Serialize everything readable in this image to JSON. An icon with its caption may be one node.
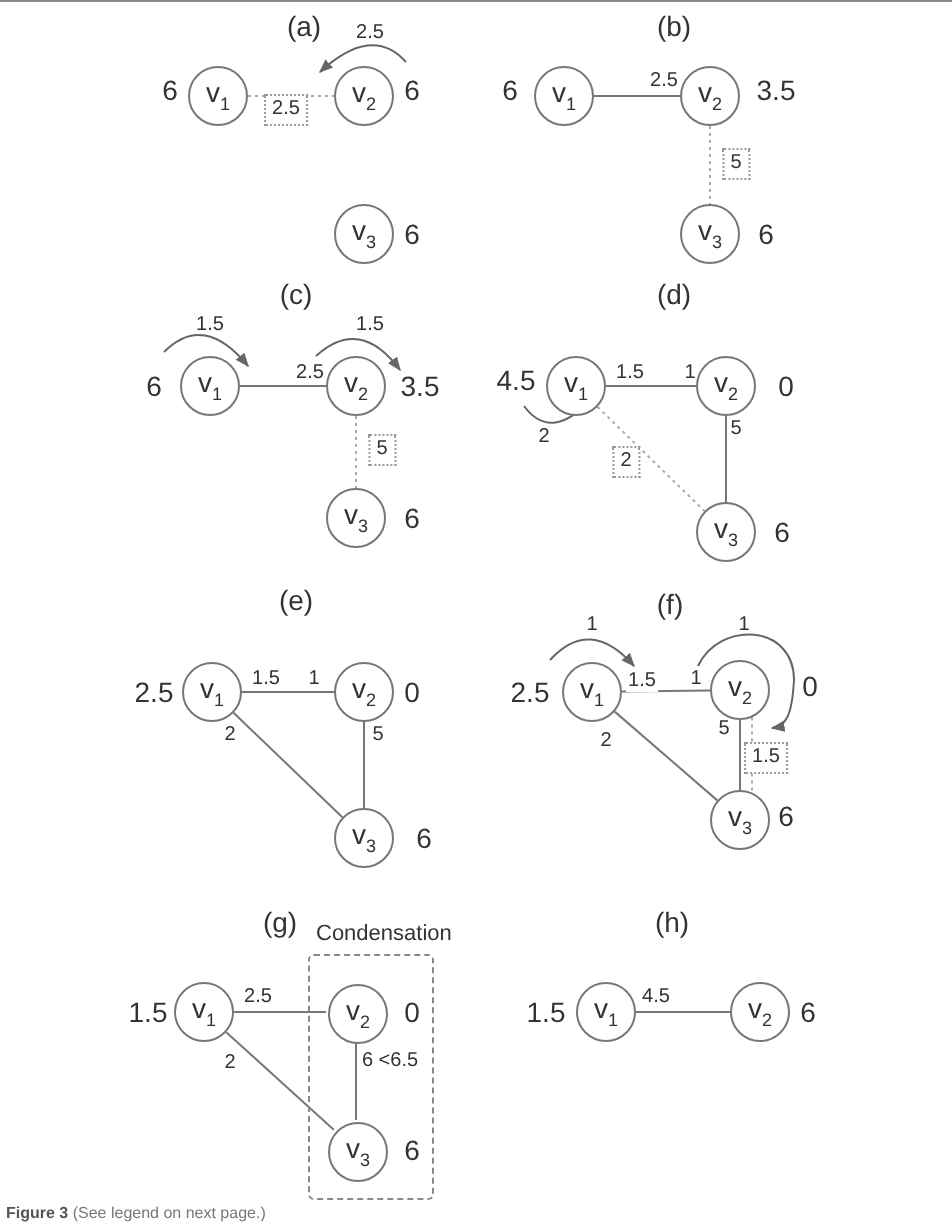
{
  "diagram": {
    "caption": "**Figure 3** (See legend on next page.)",
    "nodes": [
      {
        "text": [
          "v$_{1}$"
        ],
        "beside": [
          "6"
        ]
      },
      {
        "text": [
          "v$_{2}$"
        ],
        "beside": [
          "6"
        ]
      },
      {
        "text": [
          "v$_{3}$"
        ],
        "beside": [
          "6"
        ]
      },
      {
        "text": [
          "v$_{1}$"
        ],
        "beside": [
          "6"
        ]
      },
      {
        "text": [
          "v$_{2}$"
        ],
        "beside": [
          "3.5"
        ]
      },
      {
        "text": [
          "v$_{3}$"
        ],
        "beside": [
          "6"
        ]
      },
      {
        "text": [
          "v$_{1}$"
        ],
        "beside": [
          "6"
        ]
      },
      {
        "text": [
          "v$_{2}$"
        ],
        "beside": [
          "3.5"
        ]
      },
      {
        "text": [
          "v$_{3}$"
        ],
        "beside": [
          "6"
        ]
      },
      {
        "text": [
          "v$_{1}$"
        ],
        "beside": [
          "4.5"
        ]
      },
      {
        "text": [
          "v$_{2}$"
        ],
        "beside": [
          "0"
        ]
      },
      {
        "text": [
          "v$_{3}$"
        ],
        "beside": [
          "6"
        ]
      },
      {
        "text": [
          "v$_{1}$"
        ],
        "beside": [
          "2.5"
        ]
      },
      {
        "text": [
          "v$_{2}$"
        ],
        "beside": [
          "0"
        ]
      },
      {
        "text": [
          "v$_{3}$"
        ],
        "beside": [
          "6"
        ]
      },
      {
        "text": [
          "v$_{1}$"
        ],
        "beside": [
          "2.5"
        ]
      },
      {
        "text": [
          "v$_{2}$"
        ],
        "beside": [
          "0"
        ]
      },
      {
        "text": [
          "v$_{3}$"
        ],
        "beside": [
          "6"
        ]
      },
      {
        "text": [
          "v$_{1}$"
        ],
        "beside": [
          "1.5"
        ]
      },
      {
        "text": [
          "Condensation"
        ]
      },
      {
        "text": [
          "v$_{2}$"
        ],
        "beside": [
          "0"
        ],
        "in": 19
      },
      {
        "text": [
          "v$_{3}$"
        ],
        "beside": [
          "6"
        ],
        "in": 19
      },
      {
        "text": [
          "v$_{1}$"
        ],
        "beside": [
          "1.5"
        ]
      },
      {
        "text": [
          "v$_{2}$"
        ],
        "beside": [
          "6"
        ]
      }
    ],
    "edges": [
      {
        "from": 0,
        "to": 1,
        "arrow": "none",
        "style": "dashed",
        "label": "2.5"
      },
      {
        "from": 3,
        "to": 4,
        "arrow": "none",
        "label": "2.5"
      },
      {
        "from": 4,
        "to": 5,
        "arrow": "none",
        "style": "dashed",
        "label": "5"
      },
      {
        "from": 6,
        "to": 7,
        "arrow": "none",
        "label": "2.5"
      },
      {
        "from": 7,
        "to": 8,
        "arrow": "none",
        "style": "dashed",
        "label": "5"
      },
      {
        "from": 9,
        "to": 10,
        "arrow": "none",
        "label": "1.5"
      },
      {
        "from": 10,
        "to": 11,
        "arrow": "none",
        "label": "5"
      },
      {
        "from": 9,
        "to": 11,
        "arrow": "none",
        "style": "dashed",
        "label": "2"
      },
      {
        "from": 12,
        "to": 13,
        "arrow": "none",
        "label": "1.5"
      },
      {
        "from": 13,
        "to": 14,
        "arrow": "none",
        "label": "5"
      },
      {
        "from": 12,
        "to": 14,
        "arrow": "none",
        "label": "2"
      },
      {
        "from": 15,
        "to": 16,
        "arrow": "none",
        "label": "1.5"
      },
      {
        "from": 16,
        "to": 17,
        "arrow": "none",
        "label": "5"
      },
      {
        "from": 15,
        "to": 17,
        "arrow": "none",
        "label": "2"
      },
      {
        "from": 16,
        "to": 17,
        "arrow": "none",
        "style": "dashed",
        "label": "1.5"
      },
      {
        "from": 18,
        "to": 20,
        "arrow": "none",
        "label": "2.5"
      },
      {
        "from": 20,
        "to": 21,
        "arrow": "none",
        "label": "6 <6.5"
      },
      {
        "from": 18,
        "to": 21,
        "arrow": "none",
        "label": "2"
      },
      {
        "from": 22,
        "to": 23,
        "arrow": "none",
        "label": "4.5"
      }
    ],
    "labels": [
      "(a)",
      "2.5",
      "(b)",
      "(c)",
      "1.5",
      "1.5",
      "(d)",
      "1",
      "2",
      "(e)",
      "1",
      "(f)",
      "1",
      "1",
      "1",
      "(g)",
      "(h)"
    ]
  }
}
